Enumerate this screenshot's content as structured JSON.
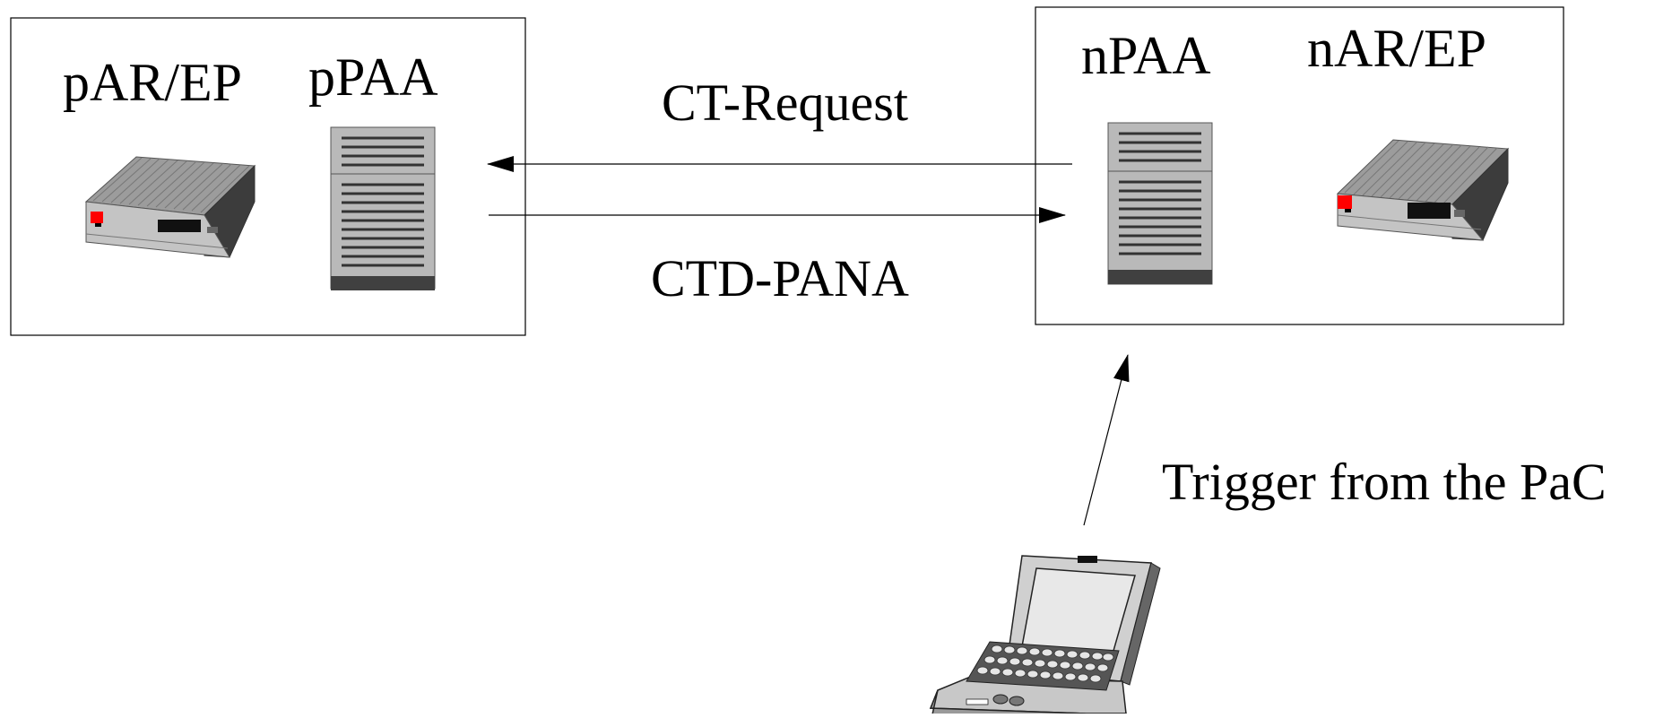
{
  "left_box": {
    "router_label": "pAR/EP",
    "server_label": "pPAA"
  },
  "right_box": {
    "server_label": "nPAA",
    "router_label": "nAR/EP"
  },
  "messages": {
    "request_label": "CT-Request",
    "response_label": "CTD-PANA",
    "trigger_label": "Trigger from the PaC"
  },
  "colors": {
    "device_gray": "#a6a6a6",
    "device_dark": "#404040",
    "led_red": "#ff0000",
    "line": "#000000"
  }
}
